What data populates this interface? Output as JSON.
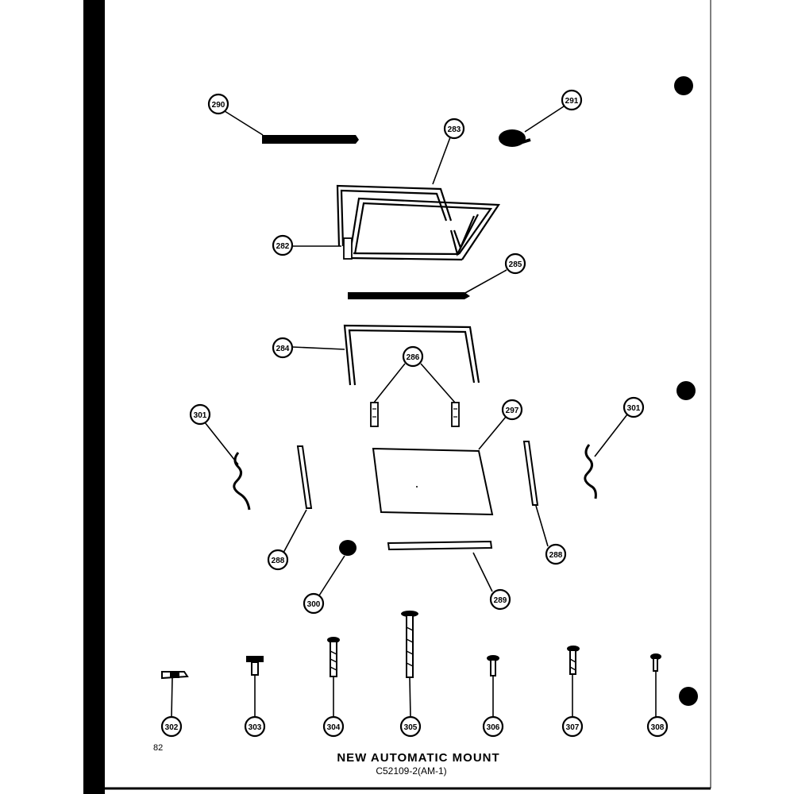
{
  "page": {
    "number": "82",
    "title": "NEW AUTOMATIC MOUNT",
    "subtitle": "C52109-2(AM-1)"
  },
  "callouts": {
    "c290": "290",
    "c291": "291",
    "c283": "283",
    "c282": "282",
    "c285": "285",
    "c284": "284",
    "c286": "286",
    "c297": "297",
    "c301_left": "301",
    "c301_right": "301",
    "c288_left": "288",
    "c288_right": "288",
    "c300": "300",
    "c289": "289",
    "c302": "302",
    "c303": "303",
    "c304": "304",
    "c305": "305",
    "c306": "306",
    "c307": "307",
    "c308": "308"
  },
  "colors": {
    "ink": "#000000",
    "paper": "#ffffff"
  }
}
